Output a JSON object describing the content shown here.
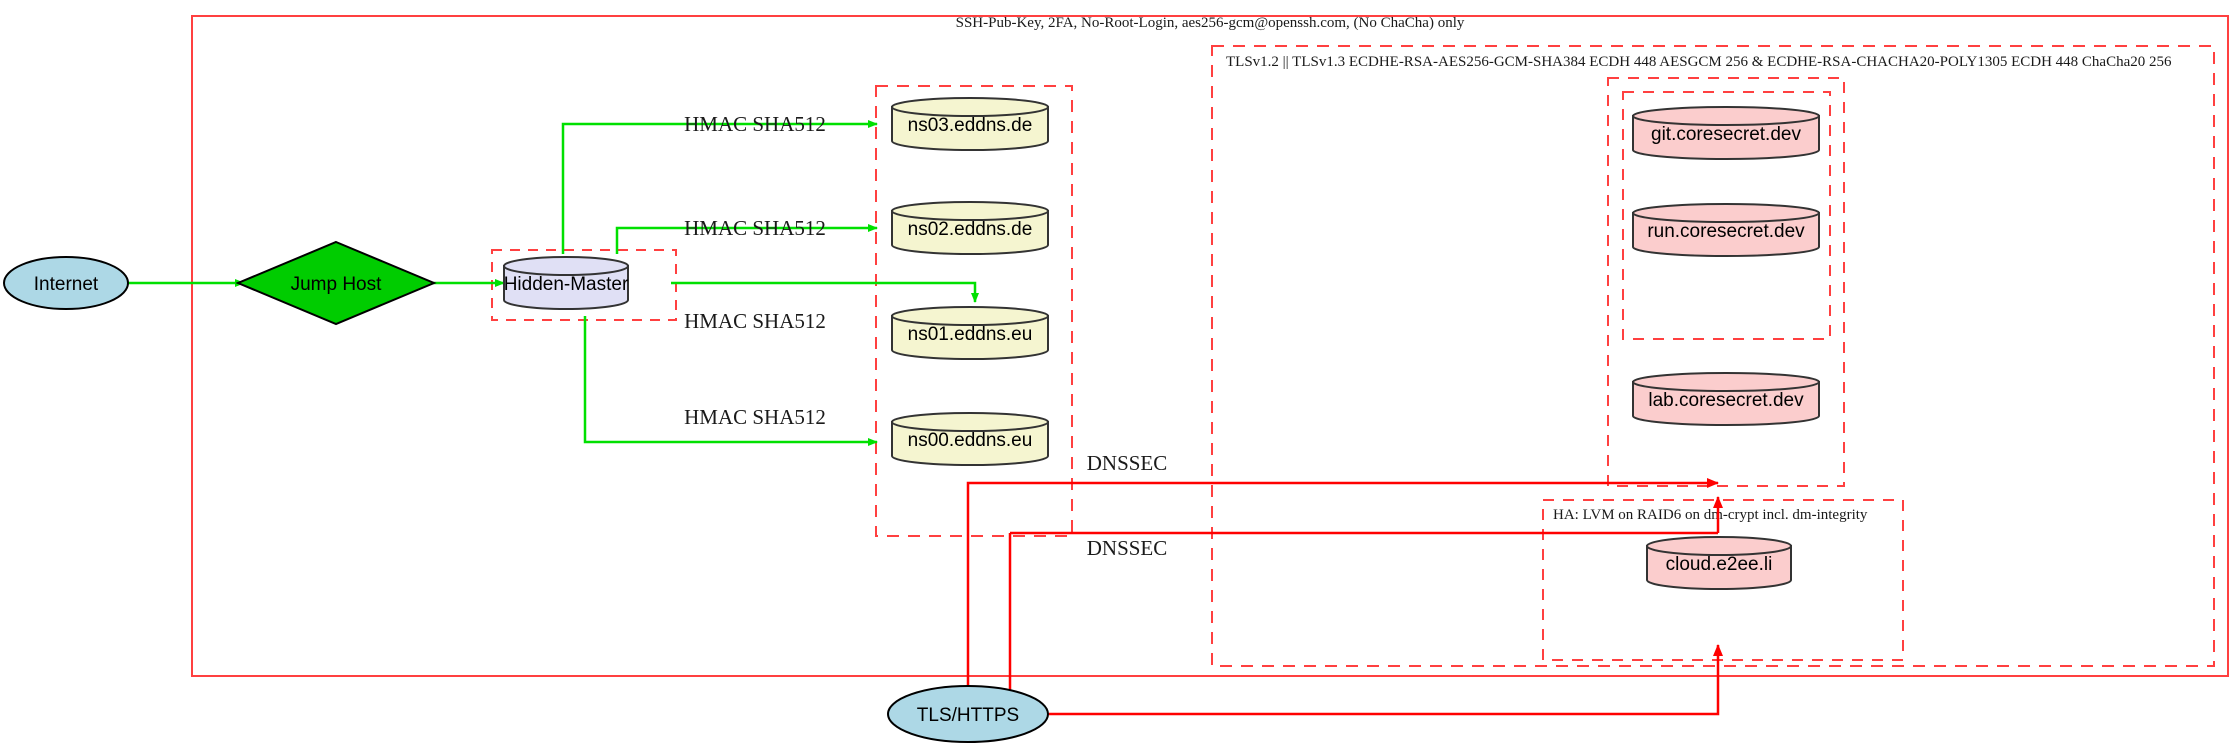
{
  "diagram": {
    "type": "network-infrastructure-graph",
    "background": "#ffffff",
    "clusters": [
      {
        "id": "cluster-ssh",
        "label": "SSH-Pub-Key, 2FA, No-Root-Login, aes256-gcm@openssh.com, (No ChaCha) only",
        "style": "solid",
        "color": "#ff4040"
      },
      {
        "id": "cluster-tls",
        "label": "TLSv1.2 || TLSv1.3 ECDHE-RSA-AES256-GCM-SHA384 ECDH 448 AESGCM 256 & ECDHE-RSA-CHACHA20-POLY1305 ECDH 448 ChaCha20 256",
        "style": "dashed",
        "color": "#ff4040"
      },
      {
        "id": "cluster-ha",
        "label": "HA: LVM on RAID6 on dm-crypt incl. dm-integrity",
        "style": "dashed",
        "color": "#ff4040"
      },
      {
        "id": "cluster-dns",
        "label": "",
        "style": "dashed",
        "color": "#ff4040"
      },
      {
        "id": "cluster-hidden-master",
        "label": "",
        "style": "dashed",
        "color": "#ff4040"
      },
      {
        "id": "cluster-services",
        "label": "",
        "style": "dashed",
        "color": "#ff4040"
      },
      {
        "id": "cluster-services-inner",
        "label": "",
        "style": "dashed",
        "color": "#ff4040"
      },
      {
        "id": "cluster-cloud",
        "label": "",
        "style": "dashed",
        "color": "#ff4040"
      }
    ],
    "nodes": [
      {
        "id": "internet",
        "label": "Internet",
        "shape": "ellipse",
        "fill": "#add8e6",
        "stroke": "#000000"
      },
      {
        "id": "jumphost",
        "label": "Jump Host",
        "shape": "diamond",
        "fill": "#00cc00",
        "stroke": "#000000"
      },
      {
        "id": "hiddenmaster",
        "label": "Hidden-Master",
        "shape": "cylinder",
        "fill": "#e0e0f5",
        "stroke": "#333333"
      },
      {
        "id": "ns03",
        "label": "ns03.eddns.de",
        "shape": "cylinder",
        "fill": "#f5f5d0",
        "stroke": "#333333"
      },
      {
        "id": "ns02",
        "label": "ns02.eddns.de",
        "shape": "cylinder",
        "fill": "#f5f5d0",
        "stroke": "#333333"
      },
      {
        "id": "ns01",
        "label": "ns01.eddns.eu",
        "shape": "cylinder",
        "fill": "#f5f5d0",
        "stroke": "#333333"
      },
      {
        "id": "ns00",
        "label": "ns00.eddns.eu",
        "shape": "cylinder",
        "fill": "#f5f5d0",
        "stroke": "#333333"
      },
      {
        "id": "git",
        "label": "git.coresecret.dev",
        "shape": "cylinder",
        "fill": "#fbcdcd",
        "stroke": "#333333"
      },
      {
        "id": "run",
        "label": "run.coresecret.dev",
        "shape": "cylinder",
        "fill": "#fbcdcd",
        "stroke": "#333333"
      },
      {
        "id": "lab",
        "label": "lab.coresecret.dev",
        "shape": "cylinder",
        "fill": "#fbcdcd",
        "stroke": "#333333"
      },
      {
        "id": "cloud",
        "label": "cloud.e2ee.li",
        "shape": "cylinder",
        "fill": "#fbcdcd",
        "stroke": "#333333"
      },
      {
        "id": "tlshttps",
        "label": "TLS/HTTPS",
        "shape": "ellipse",
        "fill": "#add8e6",
        "stroke": "#000000"
      }
    ],
    "edges": [
      {
        "from": "internet",
        "to": "jumphost",
        "label": "",
        "color": "#00e000"
      },
      {
        "from": "jumphost",
        "to": "hiddenmaster",
        "label": "",
        "color": "#00e000"
      },
      {
        "from": "hiddenmaster",
        "to": "ns03",
        "label": "HMAC SHA512",
        "color": "#00e000"
      },
      {
        "from": "hiddenmaster",
        "to": "ns02",
        "label": "HMAC SHA512",
        "color": "#00e000"
      },
      {
        "from": "hiddenmaster",
        "to": "ns01",
        "label": "HMAC SHA512",
        "color": "#00e000"
      },
      {
        "from": "hiddenmaster",
        "to": "ns00",
        "label": "HMAC SHA512",
        "color": "#00e000"
      },
      {
        "from": "tlshttps",
        "to": "services",
        "label": "DNSSEC",
        "color": "#ff0000"
      },
      {
        "from": "tlshttps",
        "to": "cloud",
        "label": "DNSSEC",
        "color": "#ff0000"
      }
    ],
    "edge_labels": {
      "hmac_1": "HMAC SHA512",
      "hmac_2": "HMAC SHA512",
      "hmac_3": "HMAC SHA512",
      "hmac_4": "HMAC SHA512",
      "dnssec_1": "DNSSEC",
      "dnssec_2": "DNSSEC"
    },
    "colors": {
      "red_border": "#ff4040",
      "red_edge": "#ff0000",
      "green_edge": "#00e000",
      "green_fill": "#00cc00",
      "blue_fill": "#add8e6",
      "yellow_fill": "#f5f5d0",
      "pink_fill": "#fbcdcd",
      "lavender_fill": "#e0e0f5",
      "node_stroke": "#333333",
      "text": "#000000"
    }
  }
}
